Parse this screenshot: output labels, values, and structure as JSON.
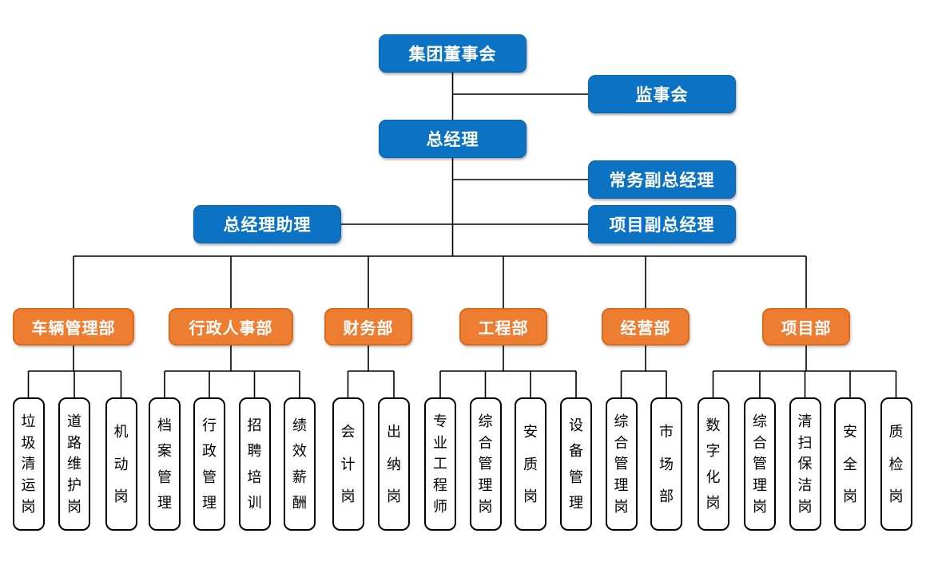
{
  "diagram": {
    "type": "organization-chart",
    "background": "#FFFFFF"
  },
  "styles": {
    "line_color": "#000000",
    "executive_fill": "#0B72C4",
    "executive_border": "#0A62AC",
    "department_fill": "#ED7D31",
    "department_border": "#D96B1A",
    "position_fill": "#FFFFFF",
    "position_border": "#000000",
    "position_text_color": "#000000",
    "label_color_on_fill": "#FFFFFF"
  },
  "executives": [
    {
      "id": "board-of-directors",
      "label": "集团董事会"
    },
    {
      "id": "supervisory-board",
      "label": "监事会"
    },
    {
      "id": "general-manager",
      "label": "总经理"
    },
    {
      "id": "executive-deputy-gm",
      "label": "常务副总经理"
    },
    {
      "id": "project-deputy-gm",
      "label": "项目副总经理"
    },
    {
      "id": "gm-assistant",
      "label": "总经理助理"
    }
  ],
  "departments": [
    {
      "label": "车辆管理部",
      "positions": [
        "垃圾清运岗",
        "道路维护岗",
        "机动岗"
      ]
    },
    {
      "label": "行政人事部",
      "positions": [
        "档案管理",
        "行政管理",
        "招聘培训",
        "绩效薪酬"
      ]
    },
    {
      "label": "财务部",
      "positions": [
        "会计岗",
        "出纳岗"
      ]
    },
    {
      "label": "工程部",
      "positions": [
        "专业工程师",
        "综合管理岗",
        "安质岗",
        "设备管理"
      ]
    },
    {
      "label": "经营部",
      "positions": [
        "综合管理岗",
        "市场部"
      ]
    },
    {
      "label": "项目部",
      "positions": [
        "数字化岗",
        "综合管理岗",
        "清扫保洁岗",
        "安全岗",
        "质检岗"
      ]
    }
  ]
}
